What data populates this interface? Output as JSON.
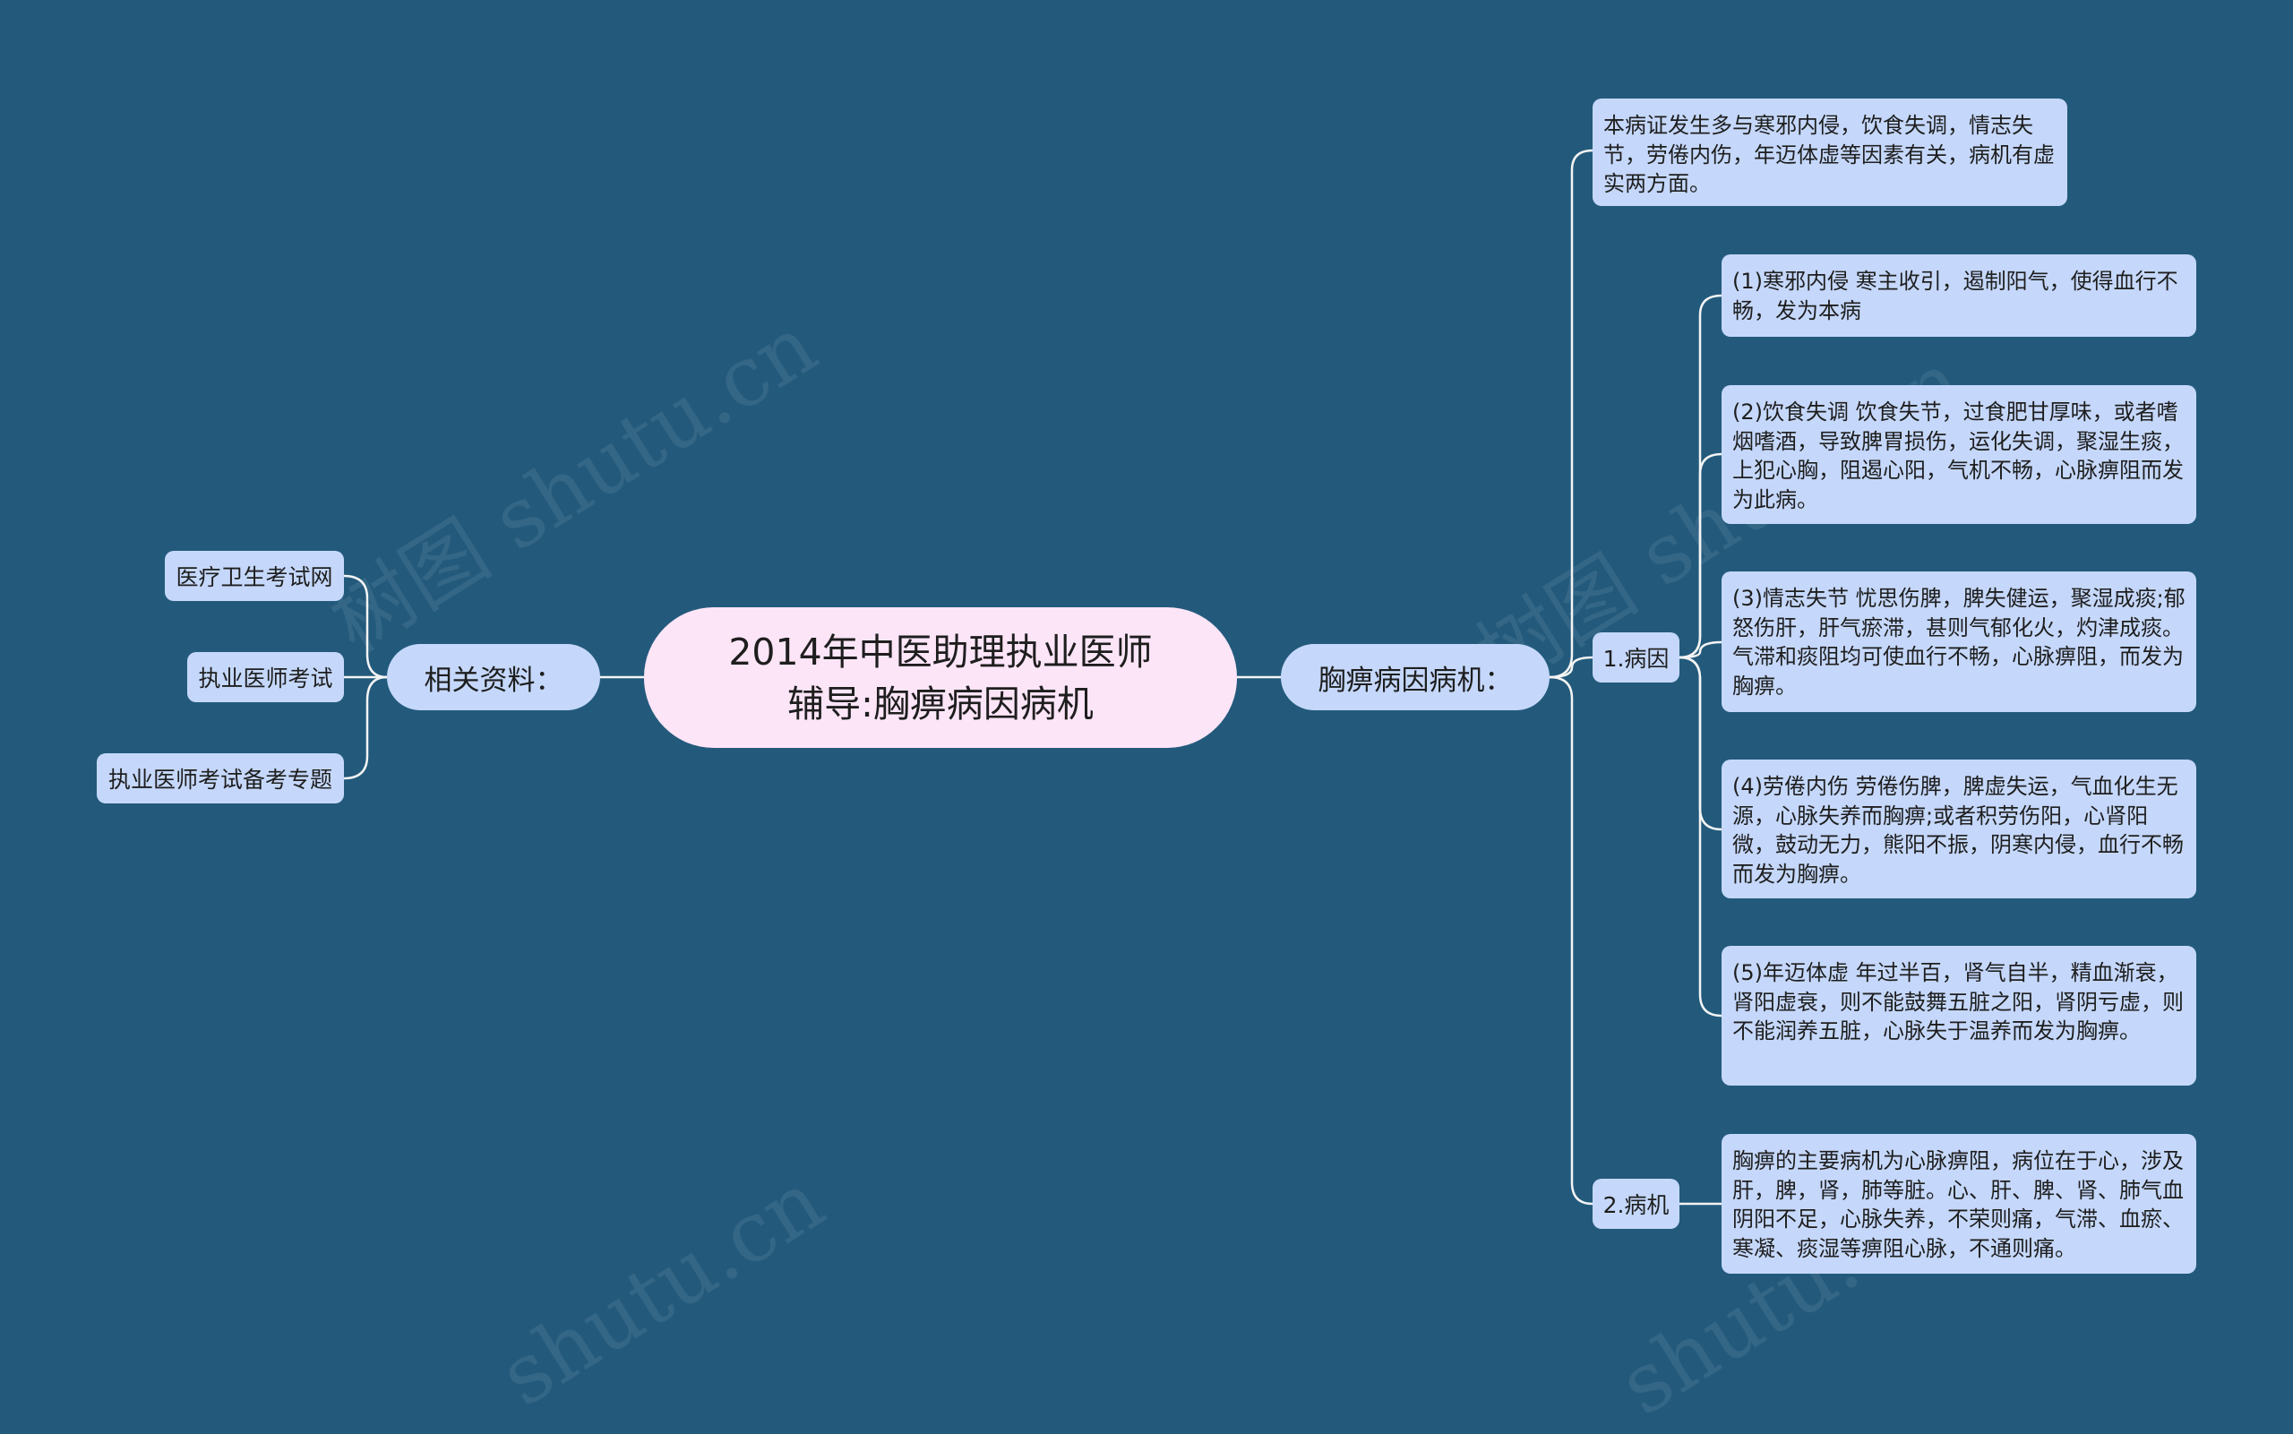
{
  "watermarks": [
    "树图 shutu.cn",
    "树图 shutu.cn",
    "shutu.cn",
    "shutu.cn"
  ],
  "colors": {
    "background": "#235a7c",
    "root_fill": "#fde5f8",
    "node_fill": "#c5d8fb",
    "connector": "#f4f4f4"
  },
  "root": {
    "title_line1": "2014年中医助理执业医师",
    "title_line2": "辅导:胸痹病因病机"
  },
  "left": {
    "label": "相关资料：",
    "links": [
      "医疗卫生考试网",
      "执业医师考试",
      "执业医师考试备考专题"
    ]
  },
  "right": {
    "label": "胸痹病因病机：",
    "intro": "本病证发生多与寒邪内侵，饮食失调，情志失节，劳倦内伤，年迈体虚等因素有关，病机有虚实两方面。",
    "cause": {
      "label": "1.病因",
      "items": [
        "(1)寒邪内侵 寒主收引，遏制阳气，使得血行不畅，发为本病",
        "(2)饮食失调 饮食失节，过食肥甘厚味，或者嗜烟嗜酒，导致脾胃损伤，运化失调，聚湿生痰，上犯心胸，阻遏心阳，气机不畅，心脉痹阻而发为此病。",
        "(3)情志失节 忧思伤脾，脾失健运，聚湿成痰;郁怒伤肝，肝气瘀滞，甚则气郁化火，灼津成痰。气滞和痰阻均可使血行不畅，心脉痹阻，而发为胸痹。",
        "(4)劳倦内伤 劳倦伤脾，脾虚失运，气血化生无源，心脉失养而胸痹;或者积劳伤阳，心肾阳微，鼓动无力，熊阳不振，阴寒内侵，血行不畅而发为胸痹。",
        "(5)年迈体虚 年过半百，肾气自半，精血渐衰，肾阳虚衰，则不能鼓舞五脏之阳，肾阴亏虚，则不能润养五脏，心脉失于温养而发为胸痹。"
      ]
    },
    "mechanism": {
      "label": "2.病机",
      "text": "胸痹的主要病机为心脉痹阻，病位在于心，涉及肝，脾，肾，肺等脏。心、肝、脾、肾、肺气血阴阳不足，心脉失养，不荣则痛，气滞、血瘀、寒凝、痰湿等痹阻心脉，不通则痛。"
    }
  }
}
